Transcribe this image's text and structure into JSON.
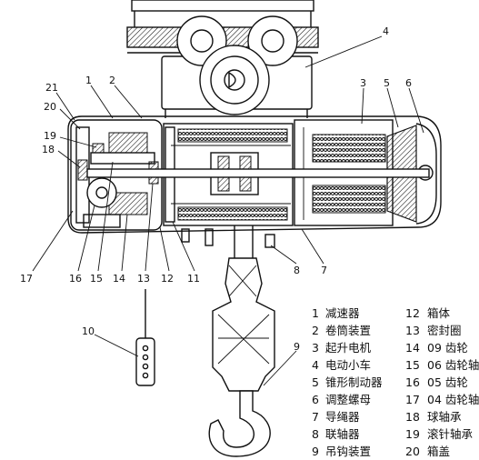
{
  "callouts": [
    "1",
    "2",
    "3",
    "4",
    "5",
    "6",
    "7",
    "8",
    "9",
    "10",
    "11",
    "12",
    "13",
    "14",
    "15",
    "16",
    "17",
    "18",
    "19",
    "20",
    "21"
  ],
  "legend": {
    "left": [
      {
        "num": "1",
        "text": "减速器"
      },
      {
        "num": "2",
        "text": "卷筒装置"
      },
      {
        "num": "3",
        "text": "起升电机"
      },
      {
        "num": "4",
        "text": "电动小车"
      },
      {
        "num": "5",
        "text": "锥形制动器"
      },
      {
        "num": "6",
        "text": "调整螺母"
      },
      {
        "num": "7",
        "text": "导绳器"
      },
      {
        "num": "8",
        "text": "联轴器"
      },
      {
        "num": "9",
        "text": "吊钩装置"
      }
    ],
    "right": [
      {
        "num": "12",
        "text": "箱体"
      },
      {
        "num": "13",
        "text": "密封圈"
      },
      {
        "num": "14",
        "text": "09 齿轮"
      },
      {
        "num": "15",
        "text": "06 齿轮轴"
      },
      {
        "num": "16",
        "text": "05 齿轮"
      },
      {
        "num": "17",
        "text": "04 齿轮轴"
      },
      {
        "num": "18",
        "text": "球轴承"
      },
      {
        "num": "19",
        "text": "滚针轴承"
      },
      {
        "num": "20",
        "text": "箱盖"
      }
    ]
  }
}
